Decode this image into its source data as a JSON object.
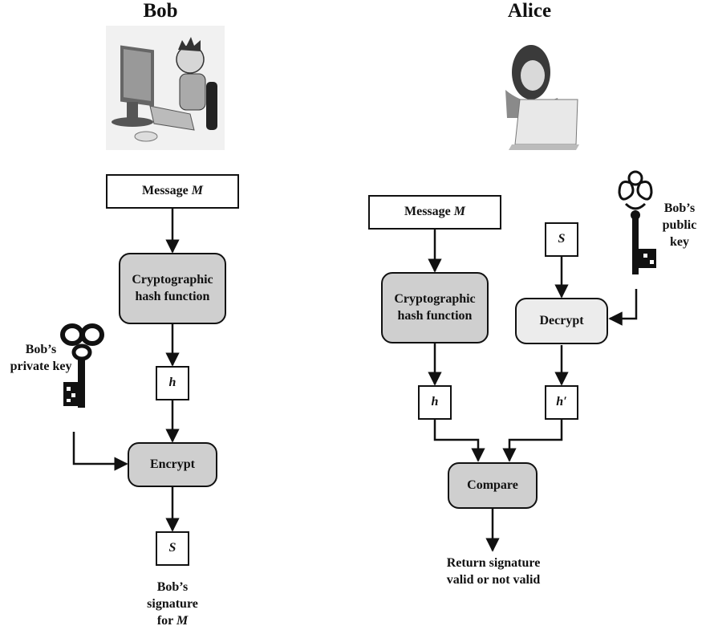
{
  "bob": {
    "title": "Bob",
    "message_label": "Message",
    "message_var": "M",
    "hash_label": "Cryptographic hash function",
    "hash_value": "h",
    "encrypt_label": "Encrypt",
    "signature_value": "S",
    "private_key_label": "Bob’s private key",
    "signature_caption": "Bob’s signature for",
    "signature_caption_var": "M"
  },
  "alice": {
    "title": "Alice",
    "message_label": "Message",
    "message_var": "M",
    "hash_label": "Cryptographic hash function",
    "hash_value": "h",
    "signature_value": "S",
    "decrypt_label": "Decrypt",
    "decrypted_hash_value": "h′",
    "compare_label": "Compare",
    "public_key_label": "Bob’s public key",
    "result_caption": "Return signature valid or not valid"
  }
}
